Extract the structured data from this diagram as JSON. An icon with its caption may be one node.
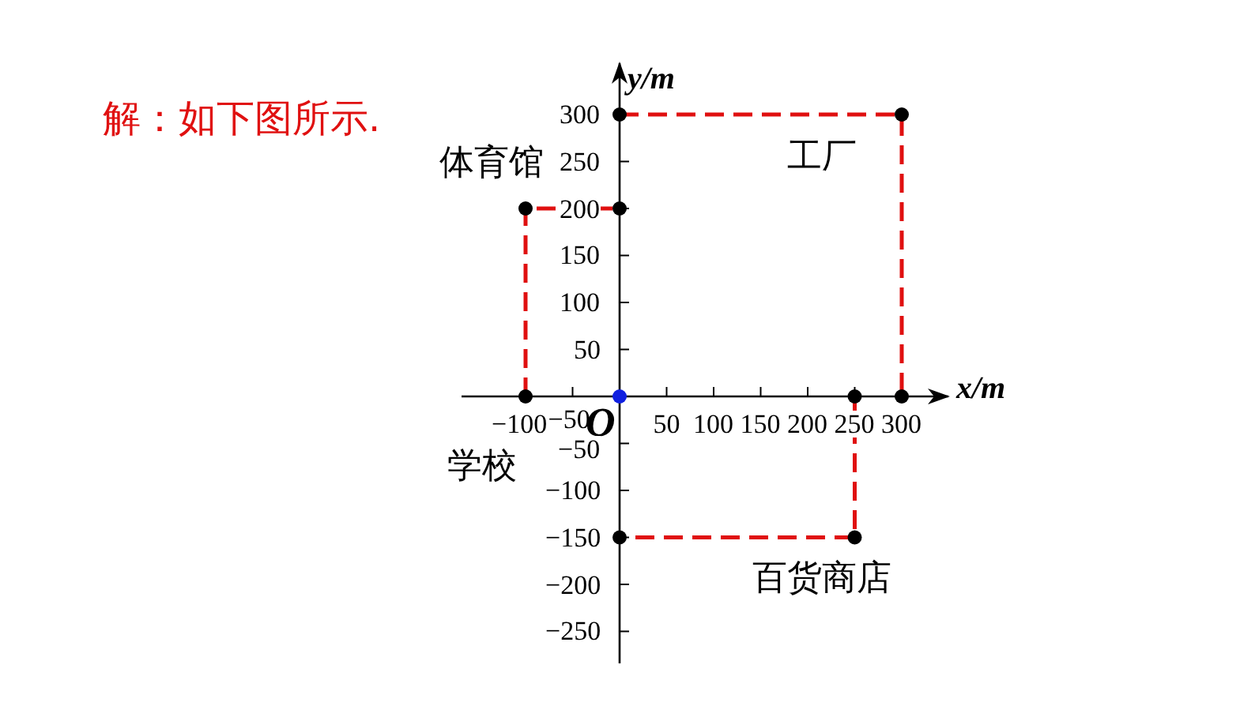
{
  "diagram": {
    "title": "解：如下图所示.",
    "labels": [
      "y/m",
      "300",
      "工厂",
      "250",
      "体育馆",
      "200",
      "150",
      "100",
      "50",
      "x/m",
      "−100",
      "−50",
      "O",
      "50",
      "100",
      "150",
      "200",
      "250",
      "300",
      "学校",
      "−50",
      "−100",
      "−150",
      "百货商店",
      "−200",
      "−250"
    ]
  }
}
